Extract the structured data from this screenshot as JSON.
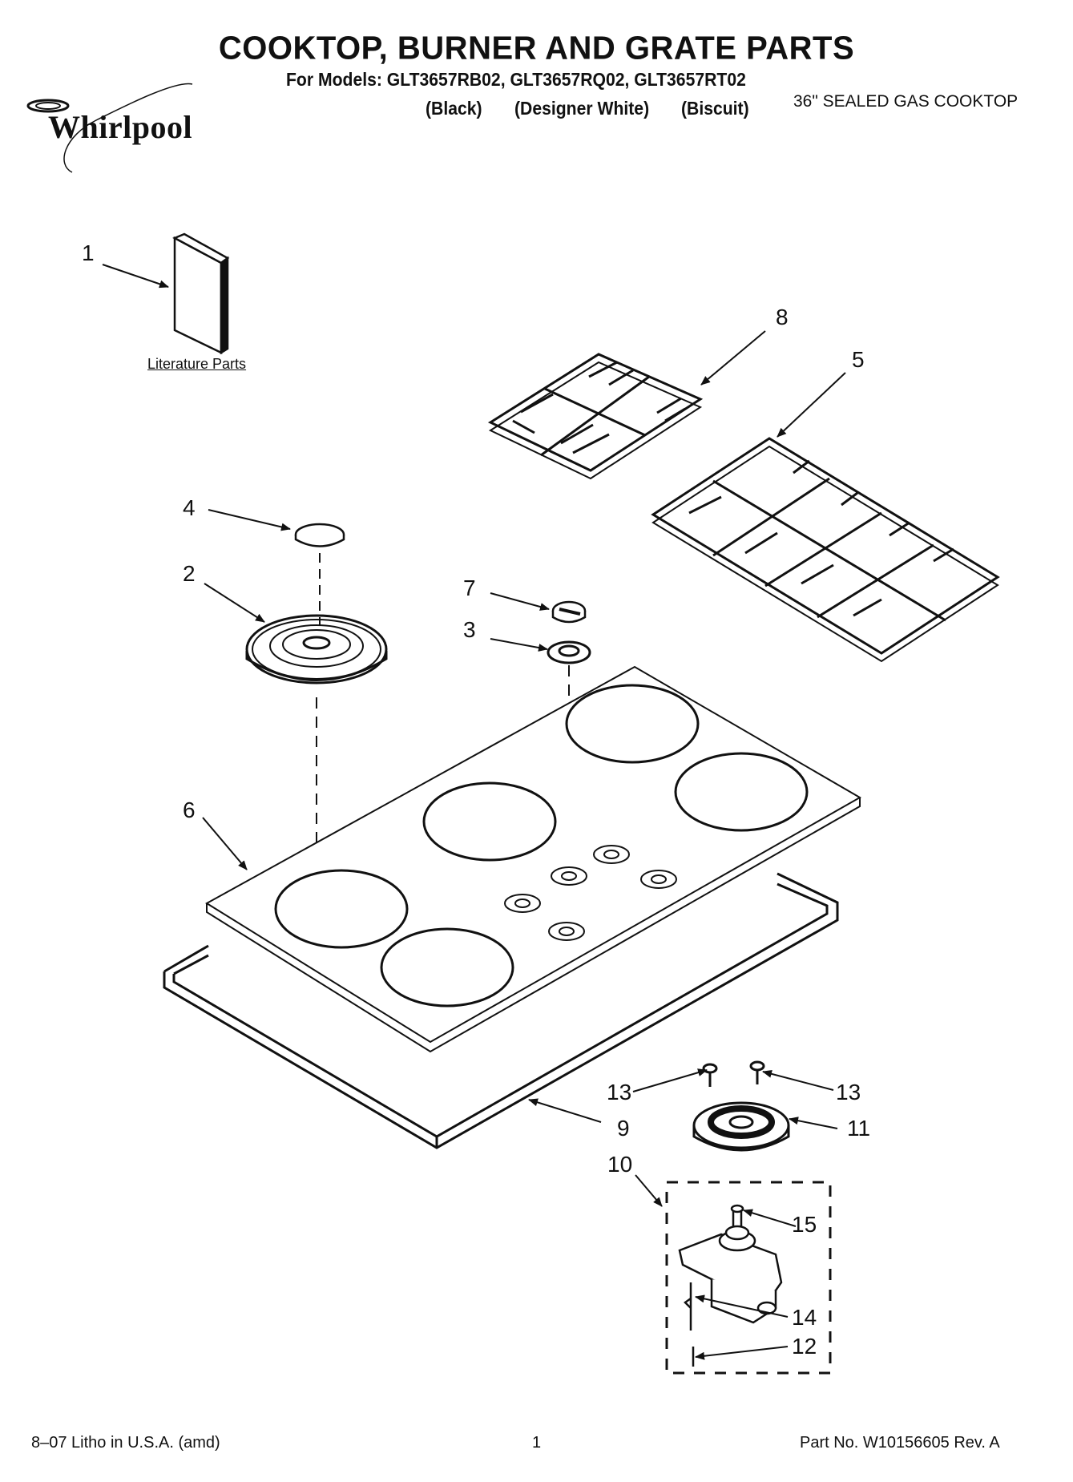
{
  "header": {
    "title": "COOKTOP, BURNER AND GRATE PARTS",
    "models": "For Models: GLT3657RB02, GLT3657RQ02, GLT3657RT02",
    "variants": [
      "(Black)",
      "(Designer White)",
      "(Biscuit)"
    ],
    "subtitle": "36\" SEALED GAS COOKTOP",
    "brand": "Whirlpool",
    "brand_logo_icon": "whirlpool-swirl-logo"
  },
  "literature_label": "Literature Parts",
  "callouts": {
    "c1": "1",
    "c2": "2",
    "c3": "3",
    "c4": "4",
    "c5": "5",
    "c6": "6",
    "c7": "7",
    "c8": "8",
    "c9": "9",
    "c10": "10",
    "c11": "11",
    "c12": "12",
    "c13a": "13",
    "c13b": "13",
    "c14": "14",
    "c15": "15"
  },
  "footer": {
    "left": "8–07 Litho in U.S.A. (amd)",
    "page": "1",
    "part_no": "Part No. W10156605 Rev. A"
  },
  "colors": {
    "ink": "#111111",
    "paper": "#ffffff"
  }
}
